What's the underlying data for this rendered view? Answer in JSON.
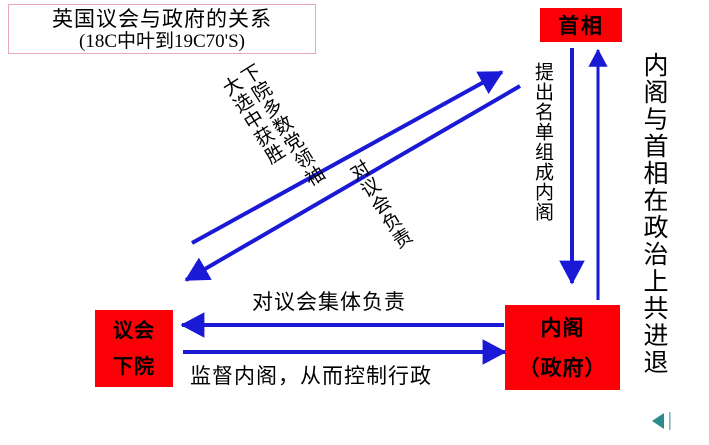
{
  "title": {
    "line1": "英国议会与政府的关系",
    "line2": "(18C中叶到19C70'S)"
  },
  "nodes": {
    "prime_minister": {
      "label": "首相"
    },
    "parliament": {
      "line1": "议会",
      "line2": "下院"
    },
    "cabinet": {
      "line1": "内阁",
      "line2": "（政府）"
    }
  },
  "labels": {
    "right_vertical": "内阁与首相在政治上共进退",
    "pm_to_cabinet_vertical": "提出名单组成内阁",
    "diagonal_upper_col1": "下院多数党领袖",
    "diagonal_upper_col2": "大选中获胜",
    "diagonal_lower": "对议会负责",
    "horizontal_top": "对议会集体负责",
    "horizontal_bottom": "监督内阁，从而控制行政"
  },
  "nav": {
    "back_icon": "triangle-left-icon"
  },
  "colors": {
    "node_red": "#fb0007",
    "arrow_blue": "#1a1ad6",
    "title_border": "#e8a8b8",
    "nav_teal": "#2e8b8b",
    "text_black": "#000000",
    "background": "#ffffff"
  }
}
